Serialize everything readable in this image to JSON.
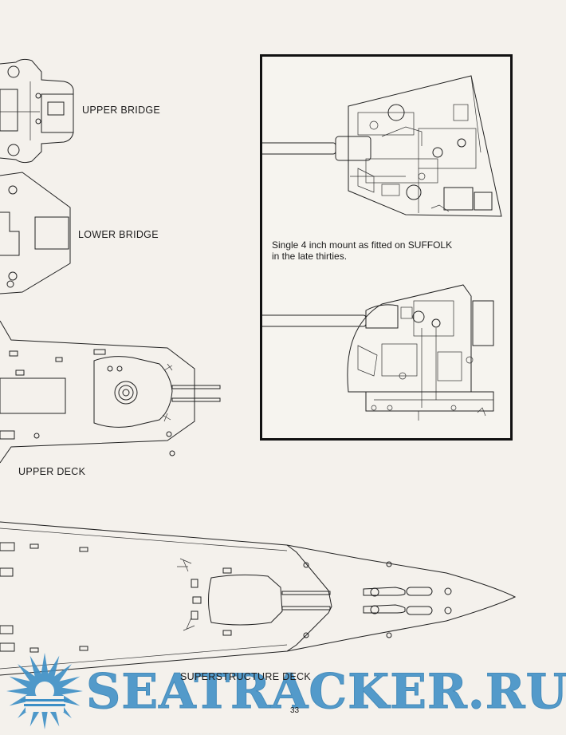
{
  "labels": {
    "upper_bridge": "UPPER BRIDGE",
    "lower_bridge": "LOWER BRIDGE",
    "upper_deck": "UPPER DECK",
    "superstructure_deck": "SUPERSTRUCTURE DECK"
  },
  "caption": {
    "line1": "Single 4 inch mount as fitted on SUFFOLK",
    "line2": "in the late thirties."
  },
  "page_number": "33",
  "watermark": {
    "text": "SEATRACKER.RU",
    "color": "#3d8fc6",
    "icon": "sun-burst-icon"
  }
}
